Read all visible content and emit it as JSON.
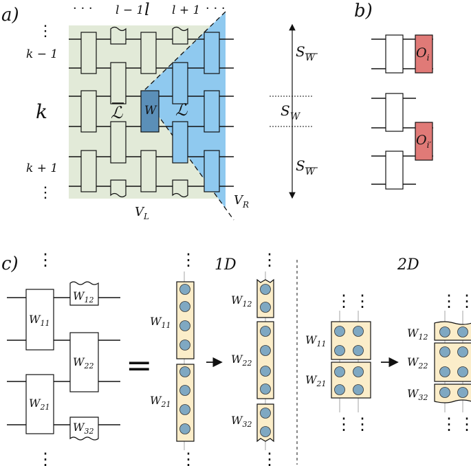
{
  "panel_a": {
    "label": "a)",
    "cols": {
      "dots_left": "· · ·",
      "lm1": "l − 1",
      "l": "l",
      "lp1": "l + 1",
      "dots_right": "· · ·"
    },
    "rows": {
      "km1": "k − 1",
      "k": "k",
      "kp1": "k + 1",
      "dots": "⋮"
    },
    "region_left": "V",
    "region_left_sub": "L",
    "region_right": "V",
    "region_right_sub": "R",
    "gate_w": "W",
    "lbar": "ℒ",
    "l_script": "ℒ",
    "entropy_top": "S",
    "entropy_top_sub": "W",
    "entropy_mid": "S",
    "entropy_mid_sub": "W",
    "entropy_bot": "S",
    "entropy_bot_sub": "W"
  },
  "panel_b": {
    "label": "b)",
    "op1": "O",
    "op1_sub": "i",
    "op2": "O",
    "op2_sub": "i′"
  },
  "panel_c": {
    "label": "c)",
    "equals": "=",
    "label_1d": "1D",
    "label_2d": "2D",
    "dots": "⋮",
    "circuit": {
      "w11": "W",
      "w11_sub": "11",
      "w12": "W",
      "w12_sub": "12",
      "w22": "W",
      "w22_sub": "22",
      "w21": "W",
      "w21_sub": "21",
      "w32": "W",
      "w32_sub": "32"
    },
    "oned_left": {
      "w11": "W",
      "w11_sub": "11",
      "w21": "W",
      "w21_sub": "21"
    },
    "oned_right": {
      "w12": "W",
      "w12_sub": "12",
      "w22": "W",
      "w22_sub": "22",
      "w32": "W",
      "w32_sub": "32"
    },
    "twod_left": {
      "w11": "W",
      "w11_sub": "11",
      "w21": "W",
      "w21_sub": "21"
    },
    "twod_right": {
      "w12": "W",
      "w12_sub": "12",
      "w22": "W",
      "w22_sub": "22",
      "w32": "W",
      "w32_sub": "32"
    }
  },
  "colors": {
    "green_region": "#e2ead8",
    "blue_region": "#8fc9ef",
    "dark_blue_gate": "#5b8fb8",
    "red_op": "#e07a77",
    "tile": "#fbedc9",
    "site": "#7fa8c2"
  }
}
